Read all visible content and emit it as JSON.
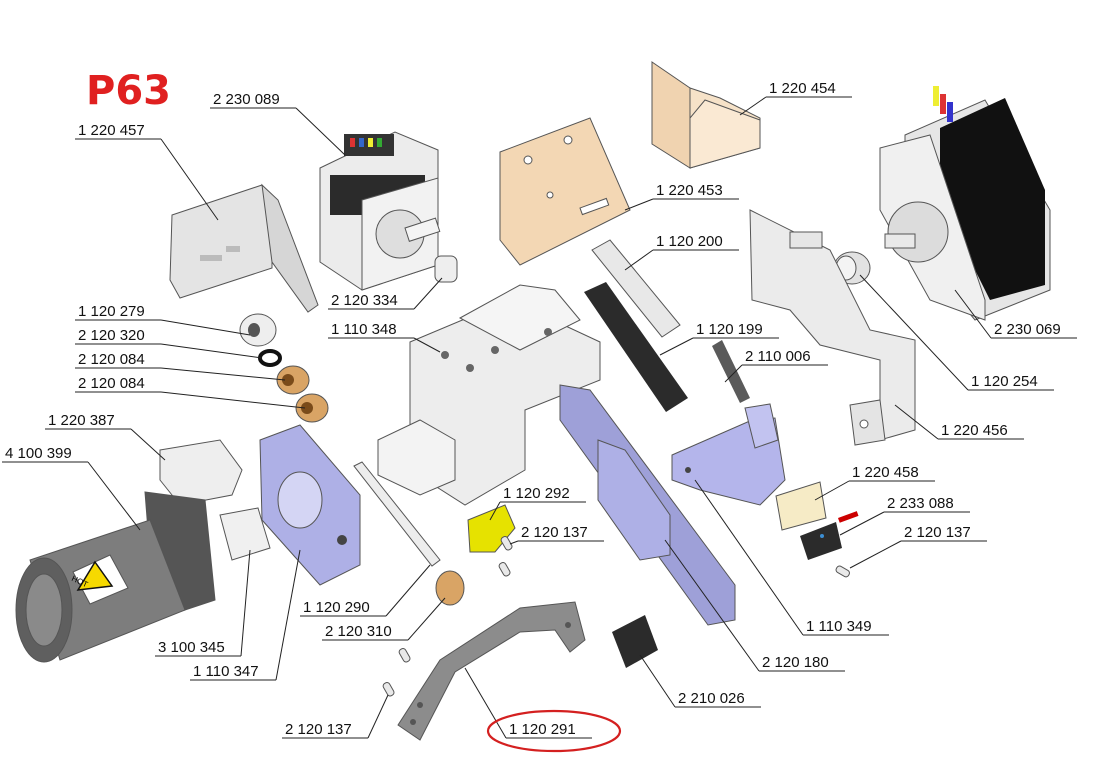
{
  "page_code": "P63",
  "colors": {
    "title": "#e02020",
    "highlight_ring": "#d42020",
    "part_grey": "#e4e4e4",
    "part_lavender": "#aeb0e6",
    "part_tan": "#f3d7b4",
    "part_dark": "#2b2b2b",
    "part_yellow": "#e6e200",
    "part_bronze": "#d9a465"
  },
  "callouts": [
    {
      "id": "c01",
      "label": "2 230 089"
    },
    {
      "id": "c02",
      "label": "1 220 457"
    },
    {
      "id": "c03",
      "label": "1 220 454"
    },
    {
      "id": "c04",
      "label": "1 220 453"
    },
    {
      "id": "c05",
      "label": "1 120 200"
    },
    {
      "id": "c06",
      "label": "2 120 334"
    },
    {
      "id": "c07",
      "label": "1 110 348"
    },
    {
      "id": "c08",
      "label": "1 120 279"
    },
    {
      "id": "c09",
      "label": "2 120 320"
    },
    {
      "id": "c10",
      "label": "2 120 084"
    },
    {
      "id": "c11",
      "label": "2 120 084"
    },
    {
      "id": "c12",
      "label": "1 120 199"
    },
    {
      "id": "c13",
      "label": "2 110 006"
    },
    {
      "id": "c14",
      "label": "2 230 069"
    },
    {
      "id": "c15",
      "label": "1 120 254"
    },
    {
      "id": "c16",
      "label": "1 220 456"
    },
    {
      "id": "c17",
      "label": "1 220 387"
    },
    {
      "id": "c18",
      "label": "4 100 399"
    },
    {
      "id": "c19",
      "label": "1 120 292"
    },
    {
      "id": "c20",
      "label": "2 120 137"
    },
    {
      "id": "c21",
      "label": "1 220 458"
    },
    {
      "id": "c22",
      "label": "2 233 088"
    },
    {
      "id": "c23",
      "label": "2 120 137"
    },
    {
      "id": "c24",
      "label": "1 120 290"
    },
    {
      "id": "c25",
      "label": "2 120 310"
    },
    {
      "id": "c26",
      "label": "3 100 345"
    },
    {
      "id": "c27",
      "label": "1 110 347"
    },
    {
      "id": "c28",
      "label": "1 110 349"
    },
    {
      "id": "c29",
      "label": "2 120 180"
    },
    {
      "id": "c30",
      "label": "2 210 026"
    },
    {
      "id": "c31",
      "label": "2 120 137"
    },
    {
      "id": "c32",
      "label": "1 120 291"
    }
  ],
  "highlighted_callout": "c32",
  "warning_label": "HOT"
}
